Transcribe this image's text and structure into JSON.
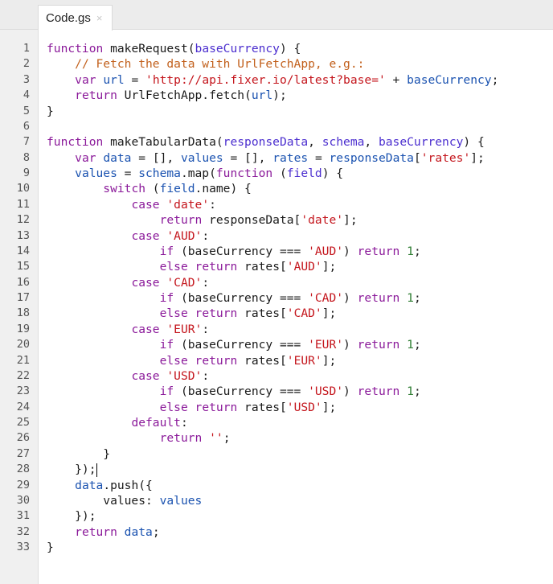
{
  "tab": {
    "label": "Code.gs",
    "close_icon": "×"
  },
  "editor": {
    "cursor_line": 28,
    "lines": [
      {
        "n": "1",
        "tokens": [
          [
            "kw",
            "function"
          ],
          [
            "plain",
            " makeRequest("
          ],
          [
            "param",
            "baseCurrency"
          ],
          [
            "plain",
            ") {"
          ]
        ]
      },
      {
        "n": "2",
        "tokens": [
          [
            "plain",
            "    "
          ],
          [
            "cmt",
            "// Fetch the data with UrlFetchApp, e.g.:"
          ]
        ]
      },
      {
        "n": "3",
        "tokens": [
          [
            "plain",
            "    "
          ],
          [
            "kw",
            "var"
          ],
          [
            "plain",
            " "
          ],
          [
            "def",
            "url"
          ],
          [
            "plain",
            " = "
          ],
          [
            "str",
            "'http://api.fixer.io/latest?base='"
          ],
          [
            "plain",
            " + "
          ],
          [
            "def",
            "baseCurrency"
          ],
          [
            "plain",
            ";"
          ]
        ]
      },
      {
        "n": "4",
        "tokens": [
          [
            "plain",
            "    "
          ],
          [
            "kw",
            "return"
          ],
          [
            "plain",
            " UrlFetchApp.fetch("
          ],
          [
            "def",
            "url"
          ],
          [
            "plain",
            ");"
          ]
        ]
      },
      {
        "n": "5",
        "tokens": [
          [
            "plain",
            "}"
          ]
        ]
      },
      {
        "n": "6",
        "tokens": [
          [
            "plain",
            ""
          ]
        ]
      },
      {
        "n": "7",
        "tokens": [
          [
            "kw",
            "function"
          ],
          [
            "plain",
            " makeTabularData("
          ],
          [
            "param",
            "responseData"
          ],
          [
            "plain",
            ", "
          ],
          [
            "param",
            "schema"
          ],
          [
            "plain",
            ", "
          ],
          [
            "param",
            "baseCurrency"
          ],
          [
            "plain",
            ") {"
          ]
        ]
      },
      {
        "n": "8",
        "tokens": [
          [
            "plain",
            "    "
          ],
          [
            "kw",
            "var"
          ],
          [
            "plain",
            " "
          ],
          [
            "def",
            "data"
          ],
          [
            "plain",
            " = [], "
          ],
          [
            "def",
            "values"
          ],
          [
            "plain",
            " = [], "
          ],
          [
            "def",
            "rates"
          ],
          [
            "plain",
            " = "
          ],
          [
            "def",
            "responseData"
          ],
          [
            "plain",
            "["
          ],
          [
            "str",
            "'rates'"
          ],
          [
            "plain",
            "];"
          ]
        ]
      },
      {
        "n": "9",
        "tokens": [
          [
            "plain",
            "    "
          ],
          [
            "def",
            "values"
          ],
          [
            "plain",
            " = "
          ],
          [
            "def",
            "schema"
          ],
          [
            "plain",
            ".map("
          ],
          [
            "kw",
            "function"
          ],
          [
            "plain",
            " ("
          ],
          [
            "param",
            "field"
          ],
          [
            "plain",
            ") {"
          ]
        ]
      },
      {
        "n": "10",
        "tokens": [
          [
            "plain",
            "        "
          ],
          [
            "kw",
            "switch"
          ],
          [
            "plain",
            " ("
          ],
          [
            "def",
            "field"
          ],
          [
            "plain",
            ".name) {"
          ]
        ]
      },
      {
        "n": "11",
        "tokens": [
          [
            "plain",
            "            "
          ],
          [
            "kw",
            "case"
          ],
          [
            "plain",
            " "
          ],
          [
            "str",
            "'date'"
          ],
          [
            "plain",
            ":"
          ]
        ]
      },
      {
        "n": "12",
        "tokens": [
          [
            "plain",
            "                "
          ],
          [
            "kw",
            "return"
          ],
          [
            "plain",
            " responseData["
          ],
          [
            "str",
            "'date'"
          ],
          [
            "plain",
            "];"
          ]
        ]
      },
      {
        "n": "13",
        "tokens": [
          [
            "plain",
            "            "
          ],
          [
            "kw",
            "case"
          ],
          [
            "plain",
            " "
          ],
          [
            "str",
            "'AUD'"
          ],
          [
            "plain",
            ":"
          ]
        ]
      },
      {
        "n": "14",
        "tokens": [
          [
            "plain",
            "                "
          ],
          [
            "kw",
            "if"
          ],
          [
            "plain",
            " (baseCurrency === "
          ],
          [
            "str",
            "'AUD'"
          ],
          [
            "plain",
            ") "
          ],
          [
            "kw",
            "return"
          ],
          [
            "plain",
            " "
          ],
          [
            "num",
            "1"
          ],
          [
            "plain",
            ";"
          ]
        ]
      },
      {
        "n": "15",
        "tokens": [
          [
            "plain",
            "                "
          ],
          [
            "kw",
            "else"
          ],
          [
            "plain",
            " "
          ],
          [
            "kw",
            "return"
          ],
          [
            "plain",
            " rates["
          ],
          [
            "str",
            "'AUD'"
          ],
          [
            "plain",
            "];"
          ]
        ]
      },
      {
        "n": "16",
        "tokens": [
          [
            "plain",
            "            "
          ],
          [
            "kw",
            "case"
          ],
          [
            "plain",
            " "
          ],
          [
            "str",
            "'CAD'"
          ],
          [
            "plain",
            ":"
          ]
        ]
      },
      {
        "n": "17",
        "tokens": [
          [
            "plain",
            "                "
          ],
          [
            "kw",
            "if"
          ],
          [
            "plain",
            " (baseCurrency === "
          ],
          [
            "str",
            "'CAD'"
          ],
          [
            "plain",
            ") "
          ],
          [
            "kw",
            "return"
          ],
          [
            "plain",
            " "
          ],
          [
            "num",
            "1"
          ],
          [
            "plain",
            ";"
          ]
        ]
      },
      {
        "n": "18",
        "tokens": [
          [
            "plain",
            "                "
          ],
          [
            "kw",
            "else"
          ],
          [
            "plain",
            " "
          ],
          [
            "kw",
            "return"
          ],
          [
            "plain",
            " rates["
          ],
          [
            "str",
            "'CAD'"
          ],
          [
            "plain",
            "];"
          ]
        ]
      },
      {
        "n": "19",
        "tokens": [
          [
            "plain",
            "            "
          ],
          [
            "kw",
            "case"
          ],
          [
            "plain",
            " "
          ],
          [
            "str",
            "'EUR'"
          ],
          [
            "plain",
            ":"
          ]
        ]
      },
      {
        "n": "20",
        "tokens": [
          [
            "plain",
            "                "
          ],
          [
            "kw",
            "if"
          ],
          [
            "plain",
            " (baseCurrency === "
          ],
          [
            "str",
            "'EUR'"
          ],
          [
            "plain",
            ") "
          ],
          [
            "kw",
            "return"
          ],
          [
            "plain",
            " "
          ],
          [
            "num",
            "1"
          ],
          [
            "plain",
            ";"
          ]
        ]
      },
      {
        "n": "21",
        "tokens": [
          [
            "plain",
            "                "
          ],
          [
            "kw",
            "else"
          ],
          [
            "plain",
            " "
          ],
          [
            "kw",
            "return"
          ],
          [
            "plain",
            " rates["
          ],
          [
            "str",
            "'EUR'"
          ],
          [
            "plain",
            "];"
          ]
        ]
      },
      {
        "n": "22",
        "tokens": [
          [
            "plain",
            "            "
          ],
          [
            "kw",
            "case"
          ],
          [
            "plain",
            " "
          ],
          [
            "str",
            "'USD'"
          ],
          [
            "plain",
            ":"
          ]
        ]
      },
      {
        "n": "23",
        "tokens": [
          [
            "plain",
            "                "
          ],
          [
            "kw",
            "if"
          ],
          [
            "plain",
            " (baseCurrency === "
          ],
          [
            "str",
            "'USD'"
          ],
          [
            "plain",
            ") "
          ],
          [
            "kw",
            "return"
          ],
          [
            "plain",
            " "
          ],
          [
            "num",
            "1"
          ],
          [
            "plain",
            ";"
          ]
        ]
      },
      {
        "n": "24",
        "tokens": [
          [
            "plain",
            "                "
          ],
          [
            "kw",
            "else"
          ],
          [
            "plain",
            " "
          ],
          [
            "kw",
            "return"
          ],
          [
            "plain",
            " rates["
          ],
          [
            "str",
            "'USD'"
          ],
          [
            "plain",
            "];"
          ]
        ]
      },
      {
        "n": "25",
        "tokens": [
          [
            "plain",
            "            "
          ],
          [
            "kw",
            "default"
          ],
          [
            "plain",
            ":"
          ]
        ]
      },
      {
        "n": "26",
        "tokens": [
          [
            "plain",
            "                "
          ],
          [
            "kw",
            "return"
          ],
          [
            "plain",
            " "
          ],
          [
            "str",
            "''"
          ],
          [
            "plain",
            ";"
          ]
        ]
      },
      {
        "n": "27",
        "tokens": [
          [
            "plain",
            "        }"
          ]
        ]
      },
      {
        "n": "28",
        "tokens": [
          [
            "plain",
            "    });"
          ]
        ]
      },
      {
        "n": "29",
        "tokens": [
          [
            "plain",
            "    "
          ],
          [
            "def",
            "data"
          ],
          [
            "plain",
            ".push({"
          ]
        ]
      },
      {
        "n": "30",
        "tokens": [
          [
            "plain",
            "        values: "
          ],
          [
            "def",
            "values"
          ]
        ]
      },
      {
        "n": "31",
        "tokens": [
          [
            "plain",
            "    });"
          ]
        ]
      },
      {
        "n": "32",
        "tokens": [
          [
            "plain",
            "    "
          ],
          [
            "kw",
            "return"
          ],
          [
            "plain",
            " "
          ],
          [
            "def",
            "data"
          ],
          [
            "plain",
            ";"
          ]
        ]
      },
      {
        "n": "33",
        "tokens": [
          [
            "plain",
            "}"
          ]
        ]
      }
    ]
  },
  "colors": {
    "keyword": "#8b1a9a",
    "definition": "#1a52b0",
    "parameter": "#4b2ecf",
    "string": "#c4151c",
    "comment": "#c2601c",
    "number": "#2e7d32"
  }
}
